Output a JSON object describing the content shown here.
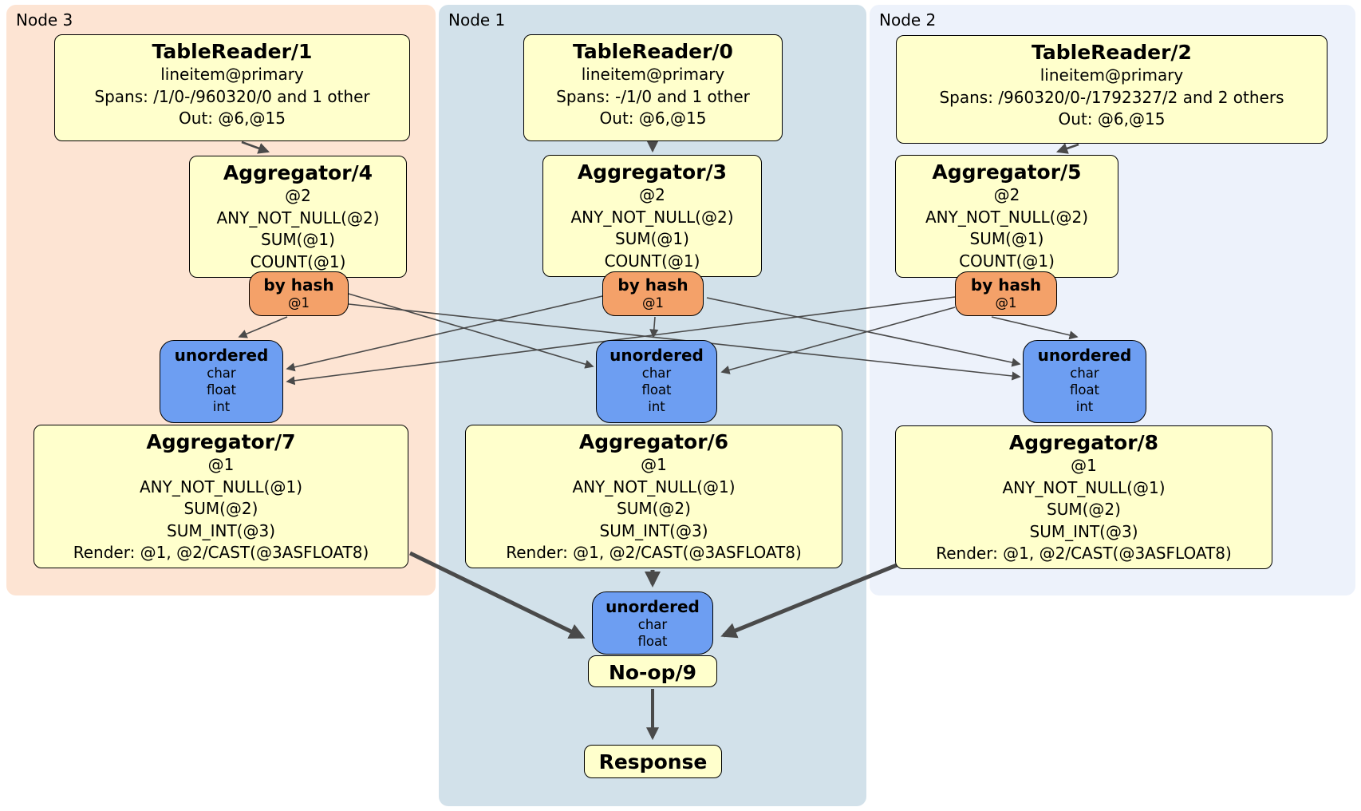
{
  "panels": [
    {
      "id": "node3",
      "label": "Node 3"
    },
    {
      "id": "node1",
      "label": "Node 1"
    },
    {
      "id": "node2",
      "label": "Node 2"
    }
  ],
  "nodes": {
    "tr1": {
      "title": "TableReader/1",
      "lines": [
        "lineitem@primary",
        "Spans: /1/0-/960320/0 and 1 other",
        "Out: @6,@15"
      ]
    },
    "tr0": {
      "title": "TableReader/0",
      "lines": [
        "lineitem@primary",
        "Spans: -/1/0 and 1 other",
        "Out: @6,@15"
      ]
    },
    "tr2": {
      "title": "TableReader/2",
      "lines": [
        "lineitem@primary",
        "Spans: /960320/0-/1792327/2 and 2 others",
        "Out: @6,@15"
      ]
    },
    "agg4": {
      "title": "Aggregator/4",
      "lines": [
        "@2",
        "ANY_NOT_NULL(@2)",
        "SUM(@1)",
        "COUNT(@1)"
      ]
    },
    "agg3": {
      "title": "Aggregator/3",
      "lines": [
        "@2",
        "ANY_NOT_NULL(@2)",
        "SUM(@1)",
        "COUNT(@1)"
      ]
    },
    "agg5": {
      "title": "Aggregator/5",
      "lines": [
        "@2",
        "ANY_NOT_NULL(@2)",
        "SUM(@1)",
        "COUNT(@1)"
      ]
    },
    "hash_left": {
      "title": "by hash",
      "lines": [
        "@1"
      ]
    },
    "hash_center": {
      "title": "by hash",
      "lines": [
        "@1"
      ]
    },
    "hash_right": {
      "title": "by hash",
      "lines": [
        "@1"
      ]
    },
    "un_left": {
      "title": "unordered",
      "lines": [
        "char",
        "float",
        "int"
      ]
    },
    "un_center": {
      "title": "unordered",
      "lines": [
        "char",
        "float",
        "int"
      ]
    },
    "un_right": {
      "title": "unordered",
      "lines": [
        "char",
        "float",
        "int"
      ]
    },
    "agg7": {
      "title": "Aggregator/7",
      "lines": [
        "@1",
        "ANY_NOT_NULL(@1)",
        "SUM(@2)",
        "SUM_INT(@3)",
        "Render: @1, @2/CAST(@3ASFLOAT8)"
      ]
    },
    "agg6": {
      "title": "Aggregator/6",
      "lines": [
        "@1",
        "ANY_NOT_NULL(@1)",
        "SUM(@2)",
        "SUM_INT(@3)",
        "Render: @1, @2/CAST(@3ASFLOAT8)"
      ]
    },
    "agg8": {
      "title": "Aggregator/8",
      "lines": [
        "@1",
        "ANY_NOT_NULL(@1)",
        "SUM(@2)",
        "SUM_INT(@3)",
        "Render: @1, @2/CAST(@3ASFLOAT8)"
      ]
    },
    "un_final": {
      "title": "unordered",
      "lines": [
        "char",
        "float"
      ]
    },
    "noop": {
      "title": "No-op/9"
    },
    "response": {
      "title": "Response"
    }
  },
  "edges": [
    {
      "from": "tr1",
      "to": "agg4"
    },
    {
      "from": "tr0",
      "to": "agg3"
    },
    {
      "from": "tr2",
      "to": "agg5"
    },
    {
      "from": "hash_left",
      "to": "un_left"
    },
    {
      "from": "hash_left",
      "to": "un_center"
    },
    {
      "from": "hash_left",
      "to": "un_right"
    },
    {
      "from": "hash_center",
      "to": "un_left"
    },
    {
      "from": "hash_center",
      "to": "un_center"
    },
    {
      "from": "hash_center",
      "to": "un_right"
    },
    {
      "from": "hash_right",
      "to": "un_left"
    },
    {
      "from": "hash_right",
      "to": "un_center"
    },
    {
      "from": "hash_right",
      "to": "un_right"
    },
    {
      "from": "agg7",
      "to": "un_final"
    },
    {
      "from": "agg6",
      "to": "un_final"
    },
    {
      "from": "agg8",
      "to": "un_final"
    },
    {
      "from": "noop",
      "to": "response"
    }
  ],
  "colors": {
    "panel_node3": "#fde4d3",
    "panel_node1": "#d2e1ea",
    "panel_node2": "#edf2fb",
    "box_yellow": "#ffffcc",
    "router_orange": "#f4a169",
    "sync_blue": "#6d9ef2",
    "edge": "#4a4a4a"
  }
}
